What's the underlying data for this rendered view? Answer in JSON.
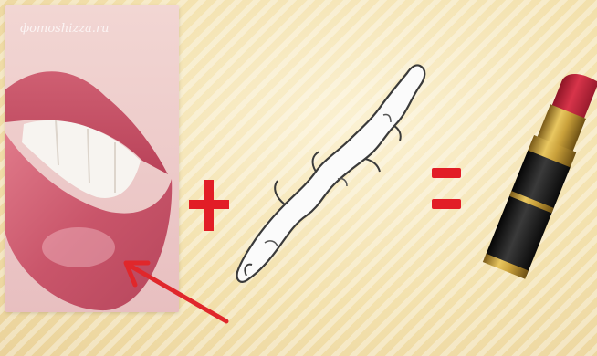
{
  "watermark": "фотоshizza.ru",
  "equation": {
    "operators": [
      "+",
      "="
    ]
  },
  "icons": {
    "left": "lips-photo",
    "middle": "twig-icon",
    "right": "lipstick-icon",
    "pointer": "red-arrow"
  },
  "colors": {
    "operator_red": "#e21d26",
    "arrow_red": "#e0272b",
    "lipstick_red": "#c8263a"
  }
}
